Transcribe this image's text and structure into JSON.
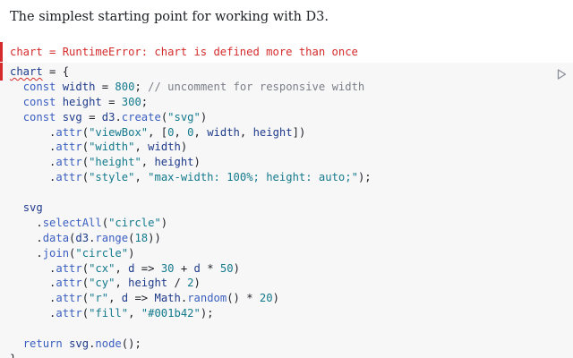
{
  "intro_text": "The simplest starting point for working with D3.",
  "error_message": "chart = RuntimeError: chart is defined more than once",
  "run_button_icon": "play-icon",
  "colors": {
    "error": "#d52b2b",
    "editor_background": "#f7f7f8",
    "keyword": "#3b5fc0",
    "string": "#137a8c"
  },
  "code_lines": [
    [
      {
        "t": "chart",
        "c": "var err-underline"
      },
      {
        "t": " = {"
      }
    ],
    [
      {
        "t": "  "
      },
      {
        "t": "const",
        "c": "kw"
      },
      {
        "t": " "
      },
      {
        "t": "width",
        "c": "var"
      },
      {
        "t": " = "
      },
      {
        "t": "800",
        "c": "num"
      },
      {
        "t": "; "
      },
      {
        "t": "// uncomment for responsive width",
        "c": "cmt"
      }
    ],
    [
      {
        "t": "  "
      },
      {
        "t": "const",
        "c": "kw"
      },
      {
        "t": " "
      },
      {
        "t": "height",
        "c": "var"
      },
      {
        "t": " = "
      },
      {
        "t": "300",
        "c": "num"
      },
      {
        "t": ";"
      }
    ],
    [
      {
        "t": "  "
      },
      {
        "t": "const",
        "c": "kw"
      },
      {
        "t": " "
      },
      {
        "t": "svg",
        "c": "var"
      },
      {
        "t": " = "
      },
      {
        "t": "d3",
        "c": "var"
      },
      {
        "t": "."
      },
      {
        "t": "create",
        "c": "fn"
      },
      {
        "t": "("
      },
      {
        "t": "\"svg\"",
        "c": "str"
      },
      {
        "t": ")"
      }
    ],
    [
      {
        "t": "      ."
      },
      {
        "t": "attr",
        "c": "fn"
      },
      {
        "t": "("
      },
      {
        "t": "\"viewBox\"",
        "c": "str"
      },
      {
        "t": ", ["
      },
      {
        "t": "0",
        "c": "num"
      },
      {
        "t": ", "
      },
      {
        "t": "0",
        "c": "num"
      },
      {
        "t": ", "
      },
      {
        "t": "width",
        "c": "var"
      },
      {
        "t": ", "
      },
      {
        "t": "height",
        "c": "var"
      },
      {
        "t": "])"
      }
    ],
    [
      {
        "t": "      ."
      },
      {
        "t": "attr",
        "c": "fn"
      },
      {
        "t": "("
      },
      {
        "t": "\"width\"",
        "c": "str"
      },
      {
        "t": ", "
      },
      {
        "t": "width",
        "c": "var"
      },
      {
        "t": ")"
      }
    ],
    [
      {
        "t": "      ."
      },
      {
        "t": "attr",
        "c": "fn"
      },
      {
        "t": "("
      },
      {
        "t": "\"height\"",
        "c": "str"
      },
      {
        "t": ", "
      },
      {
        "t": "height",
        "c": "var"
      },
      {
        "t": ")"
      }
    ],
    [
      {
        "t": "      ."
      },
      {
        "t": "attr",
        "c": "fn"
      },
      {
        "t": "("
      },
      {
        "t": "\"style\"",
        "c": "str"
      },
      {
        "t": ", "
      },
      {
        "t": "\"max-width: 100%; height: auto;\"",
        "c": "str"
      },
      {
        "t": ");"
      }
    ],
    [],
    [
      {
        "t": "  "
      },
      {
        "t": "svg",
        "c": "var"
      }
    ],
    [
      {
        "t": "    ."
      },
      {
        "t": "selectAll",
        "c": "fn"
      },
      {
        "t": "("
      },
      {
        "t": "\"circle\"",
        "c": "str"
      },
      {
        "t": ")"
      }
    ],
    [
      {
        "t": "    ."
      },
      {
        "t": "data",
        "c": "fn"
      },
      {
        "t": "("
      },
      {
        "t": "d3",
        "c": "var"
      },
      {
        "t": "."
      },
      {
        "t": "range",
        "c": "fn"
      },
      {
        "t": "("
      },
      {
        "t": "18",
        "c": "num"
      },
      {
        "t": "))"
      }
    ],
    [
      {
        "t": "    ."
      },
      {
        "t": "join",
        "c": "fn"
      },
      {
        "t": "("
      },
      {
        "t": "\"circle\"",
        "c": "str"
      },
      {
        "t": ")"
      }
    ],
    [
      {
        "t": "      ."
      },
      {
        "t": "attr",
        "c": "fn"
      },
      {
        "t": "("
      },
      {
        "t": "\"cx\"",
        "c": "str"
      },
      {
        "t": ", "
      },
      {
        "t": "d",
        "c": "var"
      },
      {
        "t": " => "
      },
      {
        "t": "30",
        "c": "num"
      },
      {
        "t": " + "
      },
      {
        "t": "d",
        "c": "var"
      },
      {
        "t": " * "
      },
      {
        "t": "50",
        "c": "num"
      },
      {
        "t": ")"
      }
    ],
    [
      {
        "t": "      ."
      },
      {
        "t": "attr",
        "c": "fn"
      },
      {
        "t": "("
      },
      {
        "t": "\"cy\"",
        "c": "str"
      },
      {
        "t": ", "
      },
      {
        "t": "height",
        "c": "var"
      },
      {
        "t": " / "
      },
      {
        "t": "2",
        "c": "num"
      },
      {
        "t": ")"
      }
    ],
    [
      {
        "t": "      ."
      },
      {
        "t": "attr",
        "c": "fn"
      },
      {
        "t": "("
      },
      {
        "t": "\"r\"",
        "c": "str"
      },
      {
        "t": ", "
      },
      {
        "t": "d",
        "c": "var"
      },
      {
        "t": " => "
      },
      {
        "t": "Math",
        "c": "var"
      },
      {
        "t": "."
      },
      {
        "t": "random",
        "c": "fn"
      },
      {
        "t": "() * "
      },
      {
        "t": "20",
        "c": "num"
      },
      {
        "t": ")"
      }
    ],
    [
      {
        "t": "      ."
      },
      {
        "t": "attr",
        "c": "fn"
      },
      {
        "t": "("
      },
      {
        "t": "\"fill\"",
        "c": "str"
      },
      {
        "t": ", "
      },
      {
        "t": "\"#001b42\"",
        "c": "str"
      },
      {
        "t": ");"
      }
    ],
    [],
    [
      {
        "t": "  "
      },
      {
        "t": "return",
        "c": "kw"
      },
      {
        "t": " "
      },
      {
        "t": "svg",
        "c": "var"
      },
      {
        "t": "."
      },
      {
        "t": "node",
        "c": "fn"
      },
      {
        "t": "();"
      }
    ],
    [
      {
        "t": "}"
      }
    ]
  ]
}
